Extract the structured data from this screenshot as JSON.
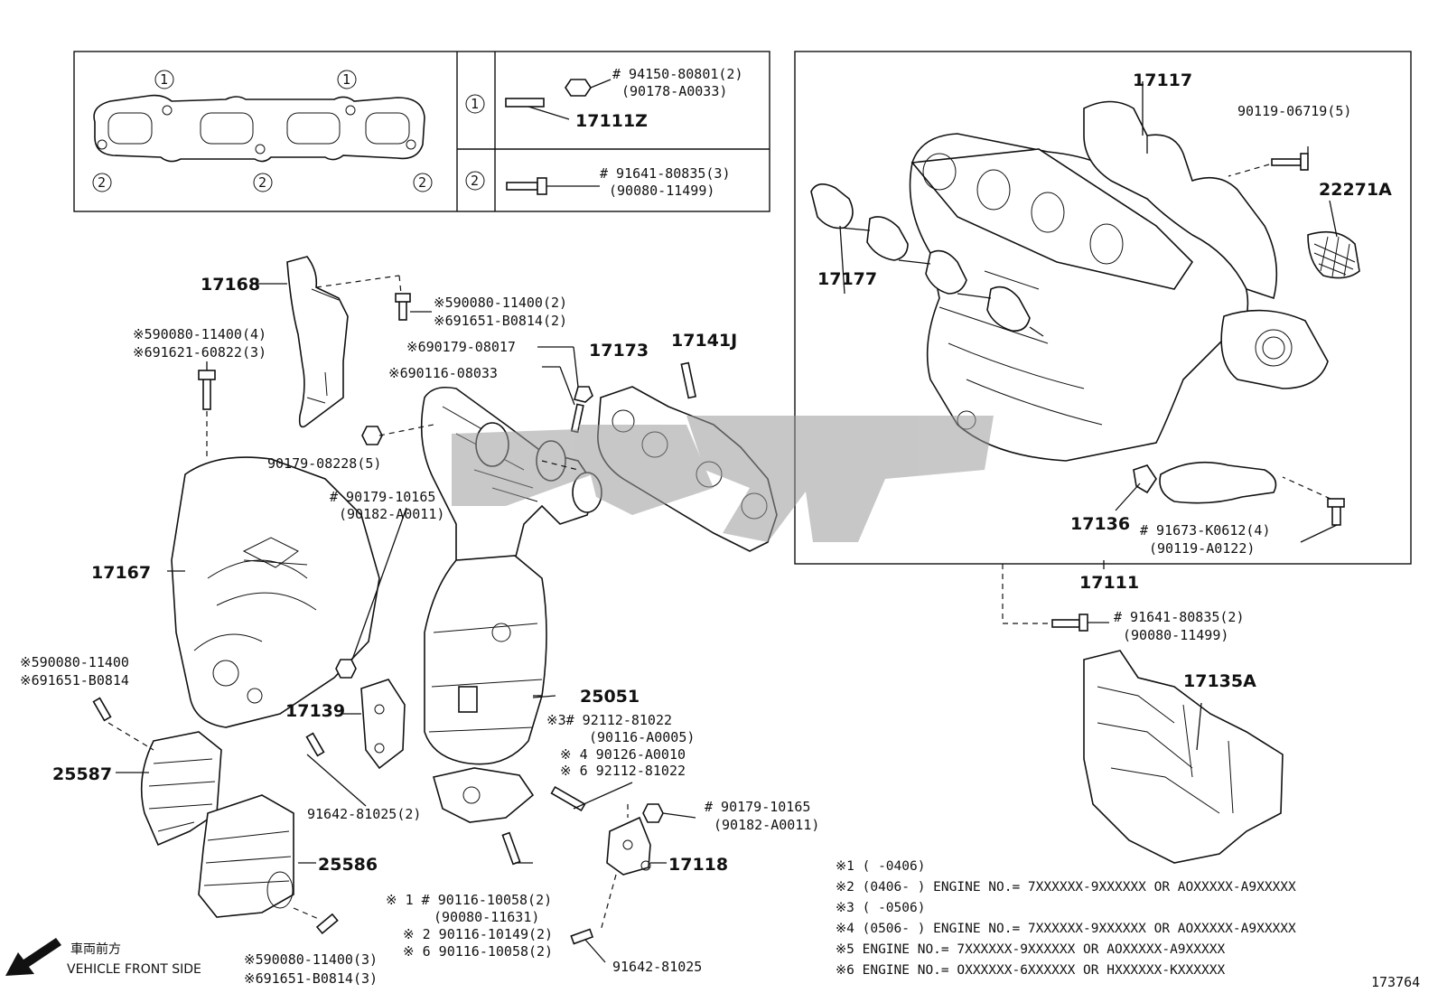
{
  "diagram_id": "173764",
  "title_jp": "車両前方",
  "title_en": "VEHICLE FRONT SIDE",
  "gasket_box": {
    "circle1": "1",
    "circle2": "2",
    "row1_pn_a": "# 94150-80801(2)",
    "row1_pn_b": "(90178-A0033)",
    "row1_part": "17111Z",
    "row2_pn_a": "# 91641-80835(3)",
    "row2_pn_b": "(90080-11499)"
  },
  "labels": {
    "p17168": "17168",
    "p17167": "17167",
    "p17173": "17173",
    "p17141J": "17141J",
    "p17139": "17139",
    "p25051": "25051",
    "p25587": "25587",
    "p25586": "25586",
    "p17118": "17118",
    "p17117": "17117",
    "p17177": "17177",
    "p22271A": "22271A",
    "p17136": "17136",
    "p17111": "17111",
    "p17135A": "17135A",
    "b_90119_06719": "90119-06719(5)",
    "b_5_90080_11400_2": "※590080-11400(2)",
    "b_6_91651_B0814_2": "※691651-B0814(2)",
    "b_5_90080_11400_4": "※590080-11400(4)",
    "b_6_91621_60822_3": "※691621-60822(3)",
    "b_6_90179_08017": "※690179-08017",
    "b_6_90116_08033": "※690116-08033",
    "b_90179_08228": "90179-08228(5)",
    "b_90179_10165_a": "# 90179-10165",
    "b_90182_A0011_a": "(90182-A0011)",
    "b_5_90080_11400": "※590080-11400",
    "b_6_91651_B0814": "※691651-B0814",
    "b_91642_81025_2": "91642-81025(2)",
    "b_3_92112_81022": "※3# 92112-81022",
    "b_90116_A0005": "(90116-A0005)",
    "b_4_90126_A0010": "※ 4 90126-A0010",
    "b_6_92112_81022": "※ 6 92112-81022",
    "b_90179_10165_b": "# 90179-10165",
    "b_90182_A0011_b": "(90182-A0011)",
    "b_1_90116_10058": "※ 1 # 90116-10058(2)",
    "b_90080_11631": "(90080-11631)",
    "b_2_90116_10149": "※ 2 90116-10149(2)",
    "b_6_90116_10058": "※ 6 90116-10058(2)",
    "b_5_90080_11400_3": "※590080-11400(3)",
    "b_6_91651_B0814_3": "※691651-B0814(3)",
    "b_91642_81025": "91642-81025",
    "b_91673_K0612": "# 91673-K0612(4)",
    "b_90119_A0122": "(90119-A0122)",
    "b_91641_80835_2": "# 91641-80835(2)",
    "b_90080_11499": "(90080-11499)"
  },
  "notes": [
    "※1 (      -0406)",
    "※2 (0406-      ) ENGINE NO.= 7XXXXXX-9XXXXXX OR AOXXXXX-A9XXXXX",
    "※3 (      -0506)",
    "※4 (0506-      ) ENGINE NO.= 7XXXXXX-9XXXXXX OR AOXXXXX-A9XXXXX",
    "※5 ENGINE NO.= 7XXXXXX-9XXXXXX OR AOXXXXX-A9XXXXX",
    "※6 ENGINE NO.= OXXXXXX-6XXXXXX OR HXXXXXX-KXXXXXX"
  ]
}
